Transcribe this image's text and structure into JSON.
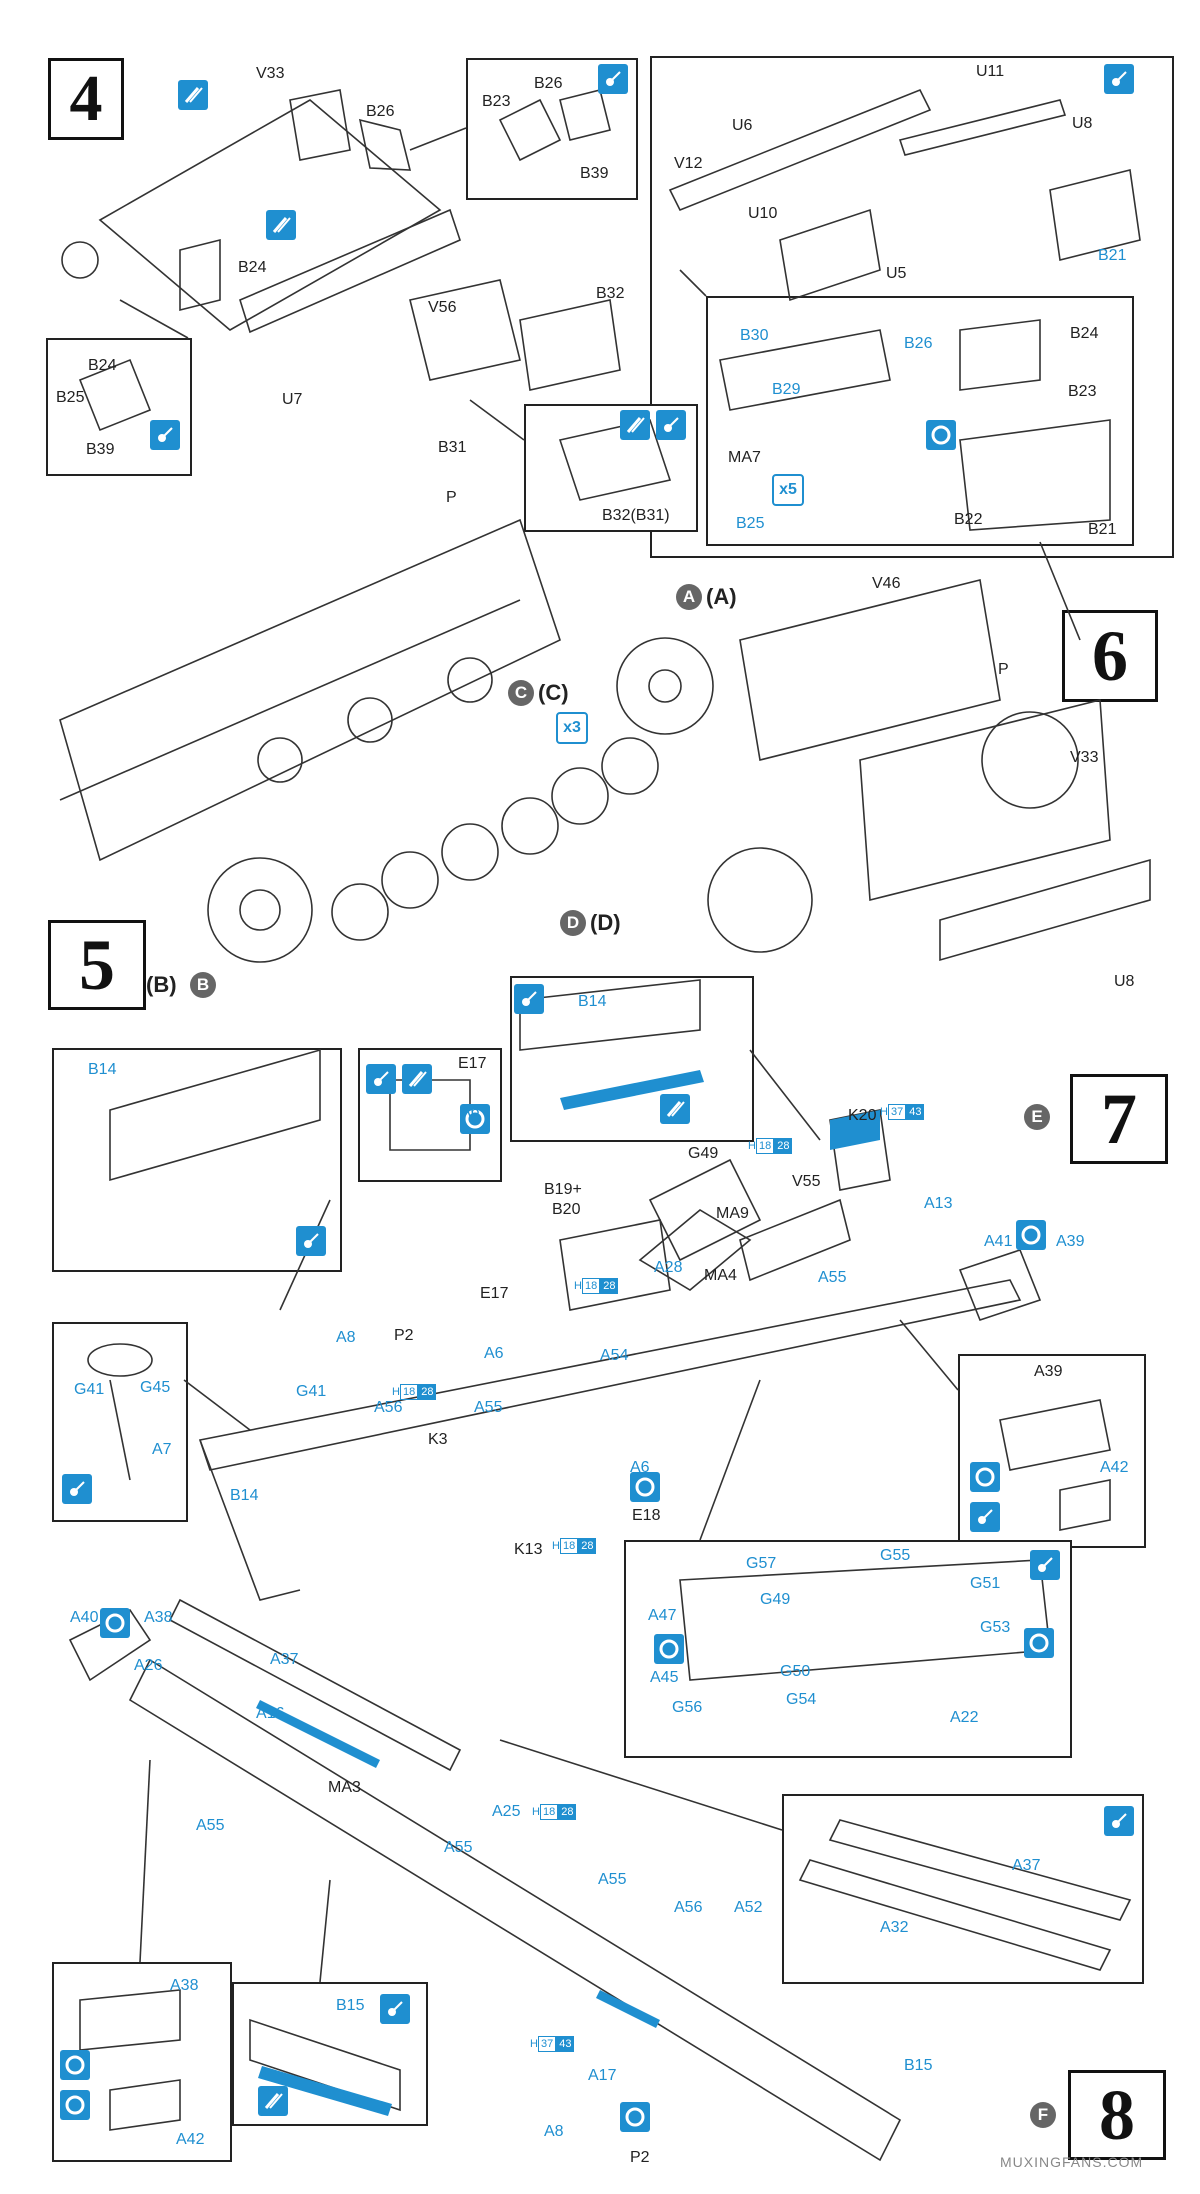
{
  "steps": {
    "s4": {
      "number": "4"
    },
    "s5": {
      "number": "5",
      "marker_pair": "(B)",
      "marker_single": "B"
    },
    "s6": {
      "number": "6"
    },
    "s7": {
      "number": "7",
      "marker": "E"
    },
    "s8": {
      "number": "8",
      "marker": "F"
    }
  },
  "step4": {
    "labels": [
      "V33",
      "B26",
      "B24",
      "V56",
      "B32",
      "U7",
      "B31"
    ],
    "inset_top": [
      "B26",
      "B23",
      "B39"
    ],
    "inset_left": [
      "B24",
      "B25",
      "B39"
    ],
    "inset_bottom": "B32(B31)"
  },
  "step5": {
    "labels": [
      "P"
    ],
    "markers": {
      "a": "(A)",
      "c": "(C)",
      "d": "(D)",
      "a_letter": "A",
      "c_letter": "C",
      "d_letter": "D"
    },
    "quantity": "x3"
  },
  "step6": {
    "top_labels": [
      "U11",
      "U6",
      "V12",
      "U8",
      "U10",
      "U5"
    ],
    "top_blue": "B21",
    "inset_blue": [
      "B30",
      "B26",
      "B29",
      "B25"
    ],
    "inset_black": [
      "B24",
      "B23",
      "MA7",
      "B22",
      "B21"
    ],
    "inset_qty": "x5",
    "main_labels": [
      "V46",
      "P",
      "V33",
      "U8"
    ]
  },
  "step7": {
    "black": [
      "K20",
      "G49",
      "V55",
      "MA9",
      "MA4",
      "B19+",
      "B20",
      "E17",
      "P2",
      "K3",
      "E18",
      "K13"
    ],
    "blue": [
      "B14",
      "A13",
      "A41",
      "A39",
      "A55",
      "A28",
      "A54",
      "A6",
      "A8",
      "G41",
      "A56",
      "A55",
      "A6"
    ],
    "inset_b14": "B14",
    "inset_e17": {
      "label": "E17",
      "part": "A6"
    },
    "inset_g": [
      "G41",
      "G45",
      "A7"
    ],
    "inset_a39": [
      "A39",
      "A42"
    ],
    "inset_g57": [
      "G57",
      "G55",
      "G51",
      "G49",
      "G53",
      "A47",
      "A45",
      "G56",
      "G50",
      "G54",
      "A22"
    ],
    "paint_codes": {
      "h": "H",
      "c1": "18",
      "c2": "28",
      "c3": "37",
      "c4": "43"
    }
  },
  "step8": {
    "blue": [
      "A40",
      "A38",
      "A26",
      "A37",
      "A16",
      "A55",
      "A55",
      "A25",
      "A55",
      "A56",
      "A52",
      "A17",
      "B15",
      "A8"
    ],
    "black": [
      "MA3",
      "P2"
    ],
    "inset_a37": [
      "A37",
      "A32"
    ],
    "inset_a38": [
      "A38",
      "A42"
    ],
    "inset_b15": "B15"
  },
  "watermark": "MUXINGFANS.COM"
}
